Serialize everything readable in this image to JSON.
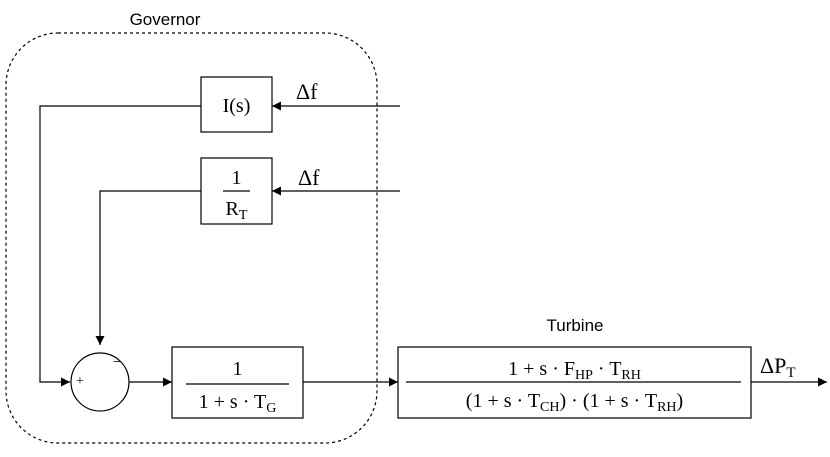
{
  "governor": {
    "title": "Governor",
    "integrator": {
      "label": "I(s)",
      "input": "Δf"
    },
    "droop": {
      "numerator": "1",
      "denominator": "R",
      "denominator_sub": "T",
      "input": "Δf"
    },
    "summer": {
      "minus_sign": "−",
      "plus_sign": "+"
    },
    "lag": {
      "numerator": "1",
      "den_part1": "1 + s · T",
      "den_sub": "G"
    }
  },
  "turbine": {
    "title": "Turbine",
    "num_part1": "1 + s · F",
    "num_sub1": "HP",
    "num_part2": " · T",
    "num_sub2": "RH",
    "den_part1": "(1 + s · T",
    "den_sub1": "CH",
    "den_part2": ") · (1 + s · T",
    "den_sub2": "RH",
    "den_part3": ")",
    "output": "ΔP",
    "output_sub": "T"
  }
}
